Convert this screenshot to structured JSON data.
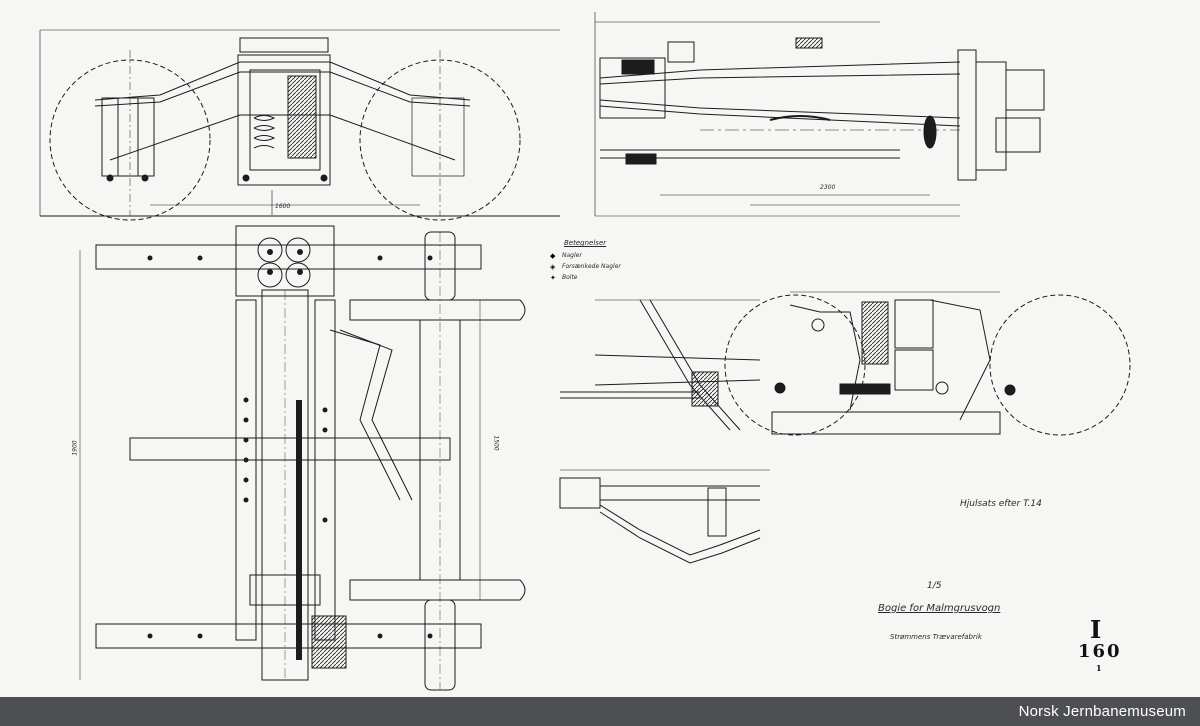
{
  "footer": {
    "museum": "Norsk Jernbanemuseum"
  },
  "drawing": {
    "title": "Bogie for Malmgrusvogn",
    "scale": "1/5",
    "maker": "Strømmens Trævarefabrik",
    "wheelset_note": "Hjulsats efter T.14",
    "sheet_letter": "I",
    "sheet_number": "160",
    "sheet_sub": "1",
    "legend": {
      "title": "Betegnelser",
      "items": [
        "Nagler",
        "Forsænkede Nagler",
        "Bolte"
      ]
    },
    "dimensions": {
      "wheel_base": "1600",
      "bolster_len": "2300",
      "axle_len": "1500",
      "frame_span": "1900"
    }
  },
  "colors": {
    "paper": "#f6f6f4",
    "ink": "#1c1c1c",
    "footer_bg": "#4d4f52",
    "footer_text": "#ffffff"
  }
}
